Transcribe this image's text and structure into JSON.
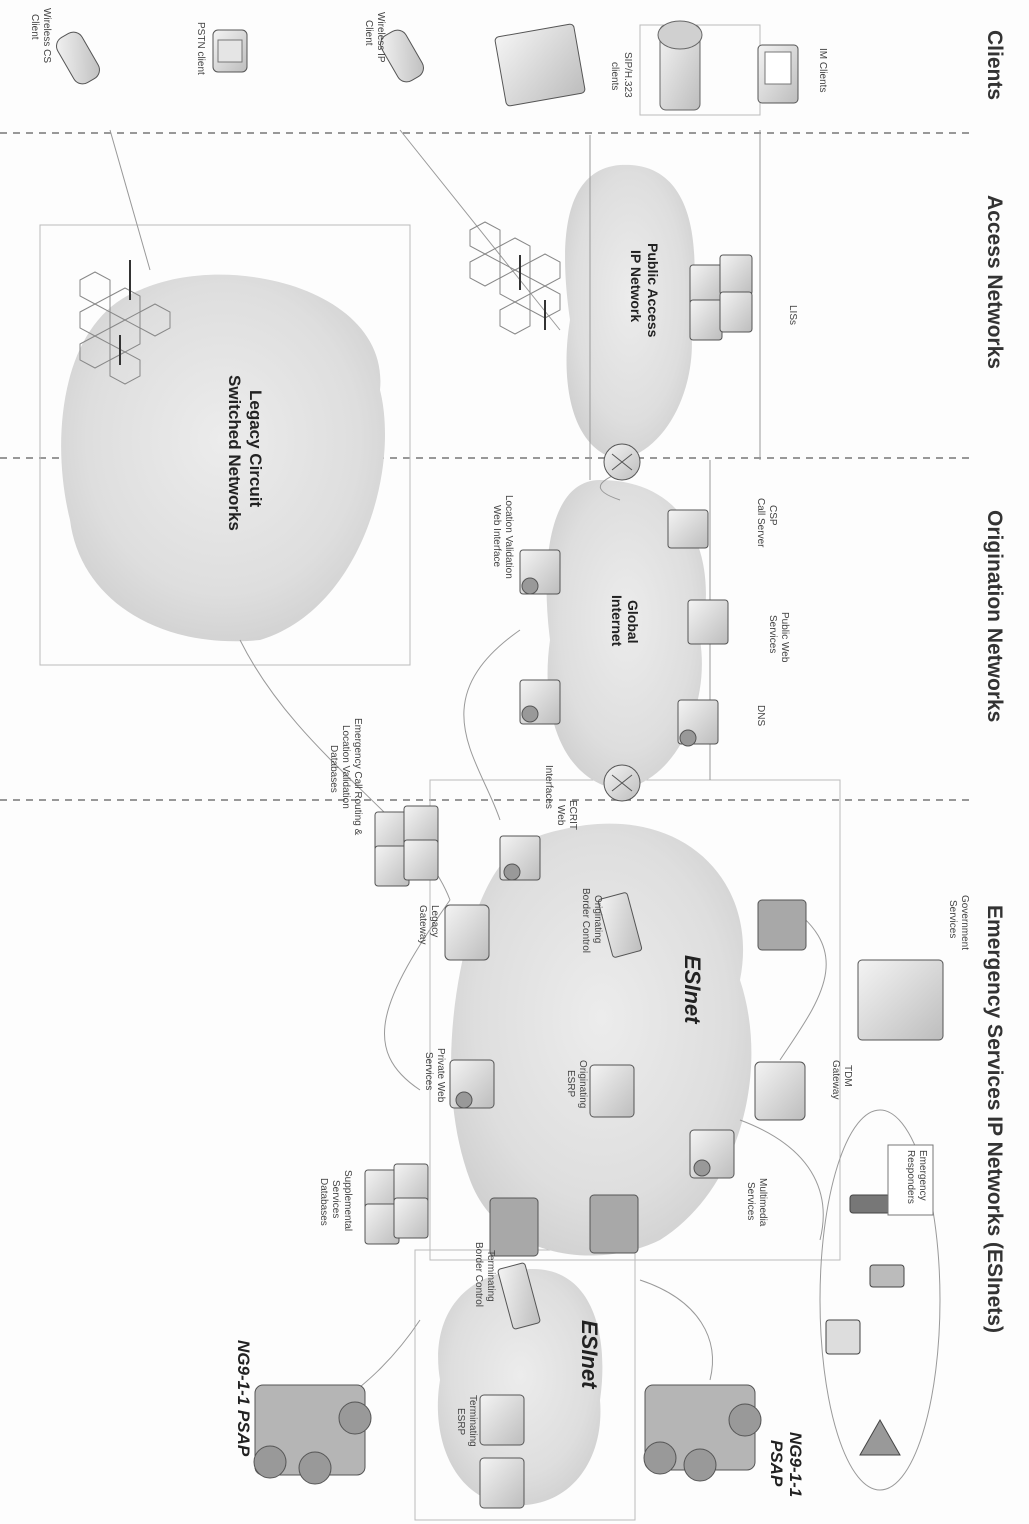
{
  "sections": {
    "clients": "Clients",
    "access": "Access Networks",
    "origination": "Origination Networks",
    "emergency": "Emergency Services IP Networks (ESInets)"
  },
  "clients": {
    "im": "IM Clients",
    "sip": [
      "SIP/H.323",
      "clients"
    ],
    "wireless_ip": [
      "Wireless IP",
      "Client"
    ],
    "pstn": "PSTN client",
    "wireless_cs": [
      "Wireless CS",
      "Client"
    ]
  },
  "clouds": {
    "public_access": [
      "Public Access",
      "IP Network"
    ],
    "legacy": [
      "Legacy Circuit",
      "Switched Networks"
    ],
    "global": [
      "Global",
      "Internet"
    ],
    "esinet_main": "ESInet",
    "esinet_small": "ESInet"
  },
  "servers": {
    "lis": "LISs",
    "csp": [
      "CSP",
      "Call Server"
    ],
    "public_web": [
      "Public Web",
      "Services"
    ],
    "dns": "DNS",
    "lvwi": [
      "Location Validation",
      "Web Interface"
    ],
    "ecrit": [
      "ECRIT",
      "Web",
      "Interfaces"
    ],
    "routing_db": [
      "Emergency Call Routing &",
      "Location Validation",
      "Databases"
    ],
    "legacy_gw": [
      "Legacy",
      "Gateway"
    ],
    "obc": [
      "Originating",
      "Border Control"
    ],
    "gov": [
      "Government",
      "Services"
    ],
    "oesrp": [
      "Originating",
      "ESRP"
    ],
    "pws": [
      "Private Web",
      "Services"
    ],
    "tdm": [
      "TDM",
      "Gateway"
    ],
    "multimedia": [
      "Multimedia",
      "Services"
    ],
    "ssd": [
      "Supplemental",
      "Services",
      "Databases"
    ],
    "responders": [
      "Emergency",
      "Responders"
    ],
    "tbc": [
      "Terminating",
      "Border Control"
    ],
    "tesrp": [
      "Terminating",
      "ESRP"
    ]
  },
  "psaps": {
    "psap1": [
      "NG9-1-1",
      "PSAP"
    ],
    "psap2": "NG9-1-1 PSAP"
  }
}
